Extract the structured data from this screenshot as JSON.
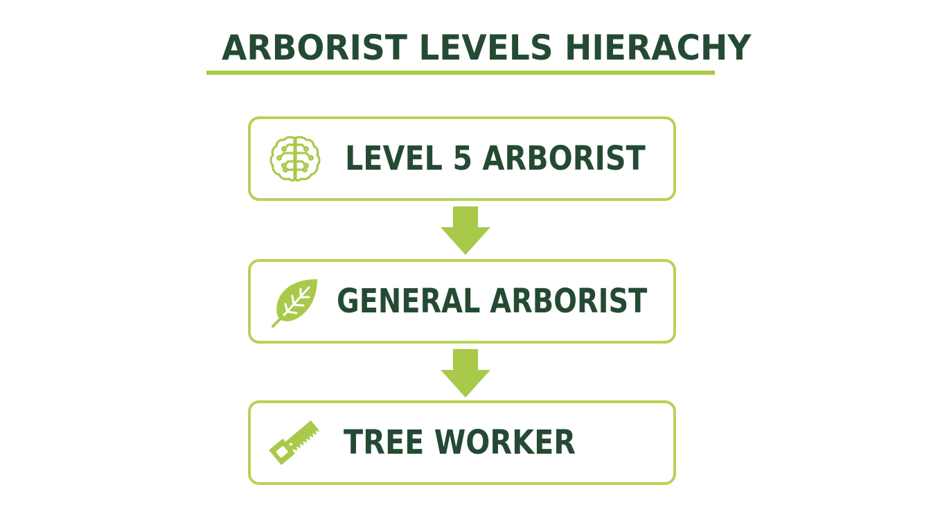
{
  "title": "ARBORIST LEVELS HIERACHY",
  "colors": {
    "text": "#244a33",
    "accent": "#a9c94a",
    "border": "#b6d257"
  },
  "levels": [
    {
      "label": "LEVEL 5 ARBORIST",
      "icon": "brain-icon"
    },
    {
      "label": "GENERAL ARBORIST",
      "icon": "leaf-icon"
    },
    {
      "label": "TREE WORKER",
      "icon": "saw-icon"
    }
  ],
  "connectors": [
    {
      "icon": "arrow-down-icon"
    },
    {
      "icon": "arrow-down-icon"
    }
  ]
}
